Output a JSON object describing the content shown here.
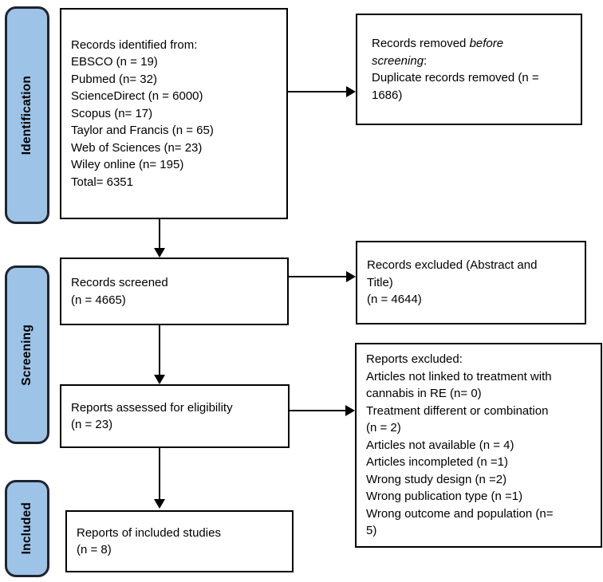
{
  "sidebar": {
    "stages": [
      {
        "label": "Identification"
      },
      {
        "label": "Screening"
      },
      {
        "label": "Included"
      }
    ]
  },
  "main_boxes": {
    "identified": {
      "lines": [
        "Records identified from:",
        "EBSCO (n = 19)",
        "Pubmed (n= 32)",
        "ScienceDirect (n = 6000)",
        "Scopus (n= 17)",
        "Taylor and Francis (n = 65)",
        "Web of Sciences (n= 23)",
        "Wiley online (n= 195)",
        "Total= 6351"
      ]
    },
    "screened": {
      "lines": [
        "Records screened",
        "(n = 4665)"
      ]
    },
    "assessed": {
      "lines": [
        "Reports assessed for eligibility",
        "(n = 23)"
      ]
    },
    "included": {
      "lines": [
        "Reports of included studies",
        "(n = 8)"
      ]
    }
  },
  "exclusion_boxes": {
    "removed_before_screening": {
      "lines": [
        [
          {
            "t": "Records removed "
          },
          {
            "t": "before",
            "i": true
          }
        ],
        [
          {
            "t": "screening",
            "i": true
          },
          {
            "t": ":"
          }
        ],
        [
          {
            "t": "Duplicate records removed (n ="
          }
        ],
        [
          {
            "t": "1686)"
          }
        ]
      ]
    },
    "records_excluded": {
      "lines": [
        "Records excluded (Abstract and",
        "Title)",
        "(n = 4644)"
      ]
    },
    "reports_excluded": {
      "lines": [
        "Reports excluded:",
        "Articles not linked to treatment with",
        "cannabis in RE (n= 0)",
        "Treatment different or combination",
        "(n = 2)",
        "Articles not available (n = 4)",
        "Articles incompleted (n =1)",
        "Wrong study design (n =2)",
        "Wrong publication type (n =1)",
        "Wrong outcome and population (n=",
        "5)"
      ]
    }
  },
  "colors": {
    "stage_fill": "#9DC3E6",
    "stage_border": "#1f2430",
    "box_border": "#000000",
    "box_fill": "#ffffff",
    "arrow": "#000000",
    "text": "#000000"
  }
}
